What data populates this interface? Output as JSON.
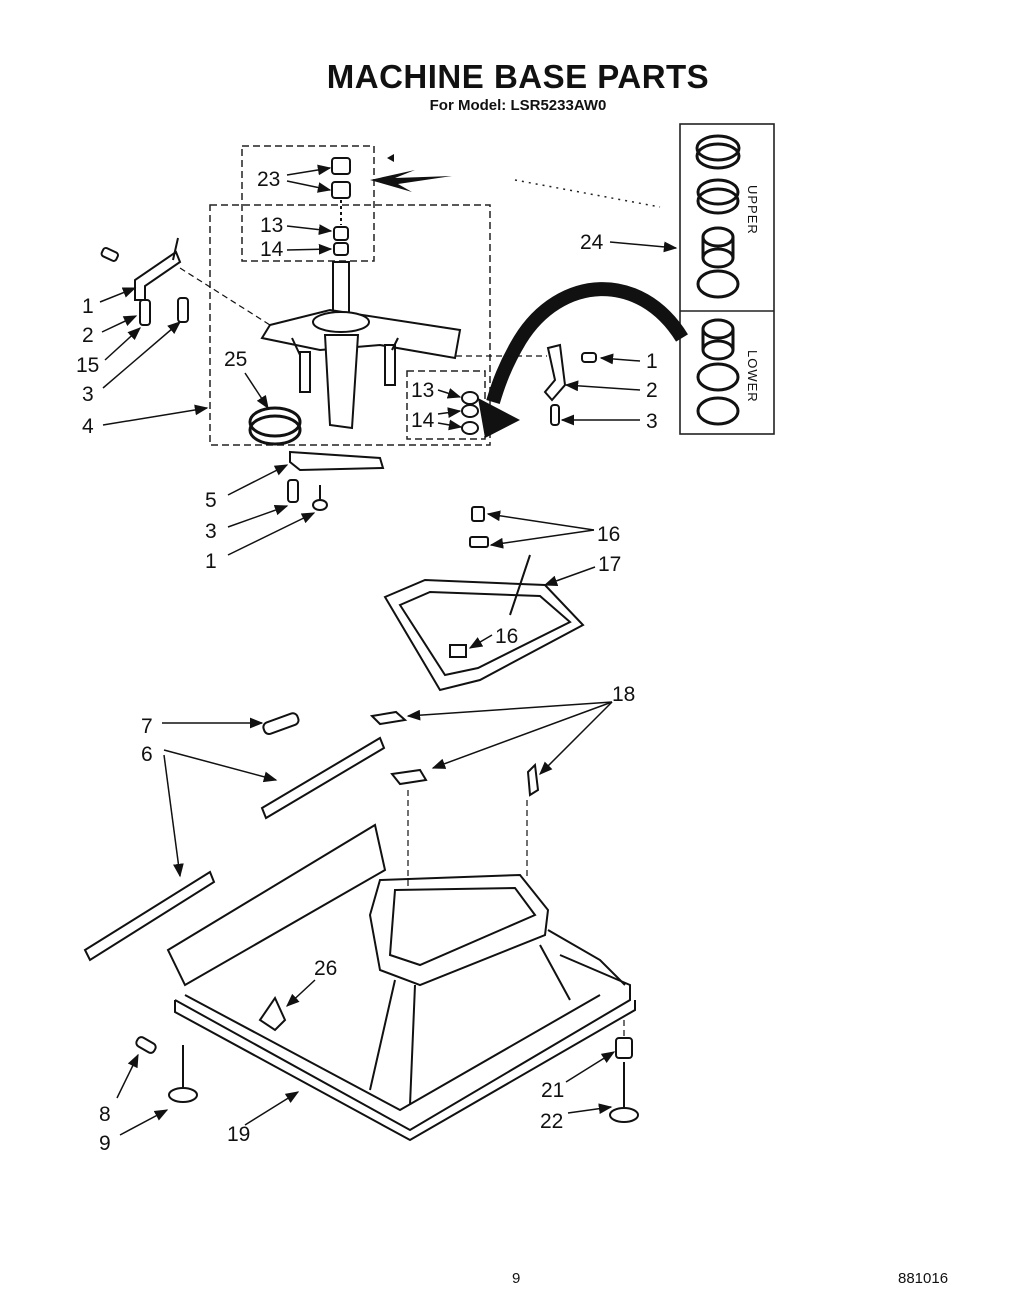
{
  "header": {
    "title": "MACHINE BASE PARTS",
    "subtitle": "For Model: LSR5233AW0"
  },
  "bearing_kit": {
    "upper_label": "UPPER",
    "lower_label": "LOWER"
  },
  "callouts": {
    "c23": "23",
    "c13a": "13",
    "c14a": "14",
    "c24": "24",
    "c1a": "1",
    "c2a": "2",
    "c15": "15",
    "c3a": "3",
    "c4": "4",
    "c25": "25",
    "c13b": "13",
    "c14b": "14",
    "c1b": "1",
    "c2b": "2",
    "c3b": "3",
    "c5": "5",
    "c3c": "3",
    "c1c": "1",
    "c16a": "16",
    "c17": "17",
    "c16b": "16",
    "c7": "7",
    "c6": "6",
    "c18": "18",
    "c26": "26",
    "c8": "8",
    "c9": "9",
    "c19": "19",
    "c21": "21",
    "c22": "22"
  },
  "footer": {
    "page_number": "9",
    "document_code": "881016"
  }
}
